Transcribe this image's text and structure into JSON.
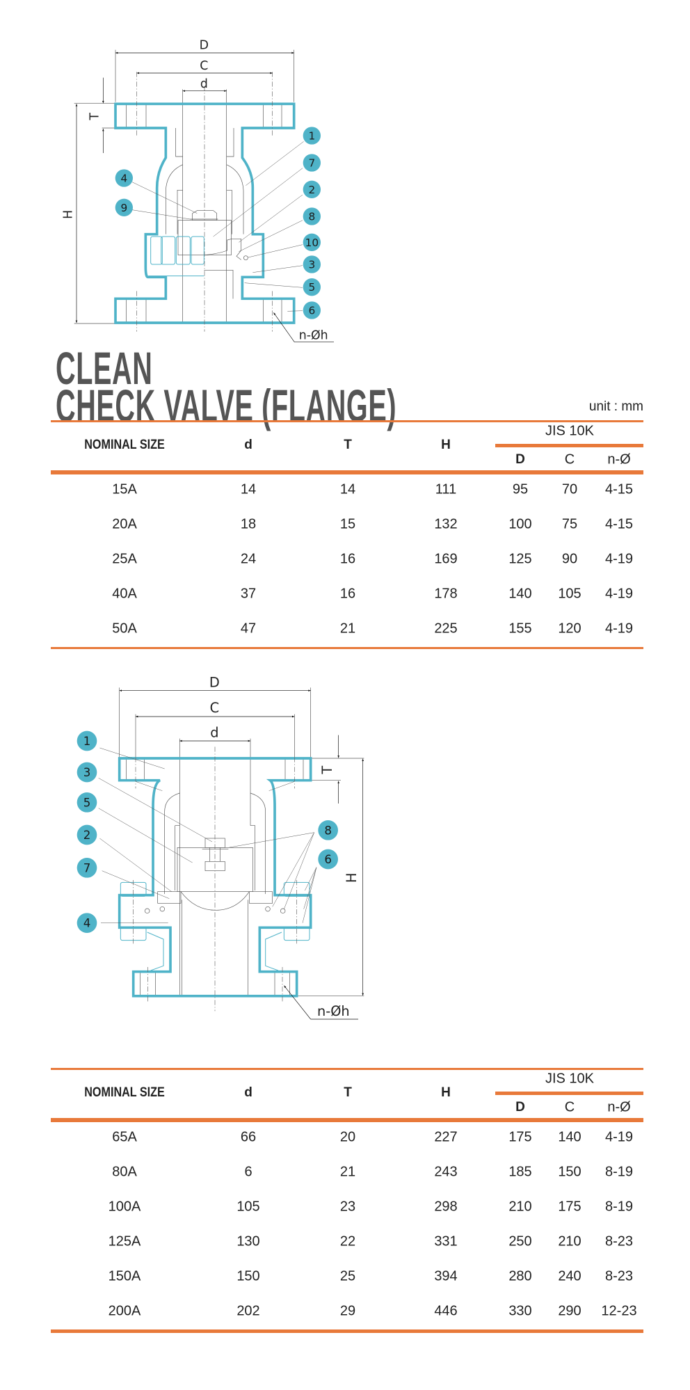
{
  "title": {
    "line1": "CLEAN",
    "line2": "CHECK VALVE (FLANGE)"
  },
  "unit_label": "unit : mm",
  "colors": {
    "accent": "#e8793a",
    "outline": "#4fb3c8",
    "callout": "#4fb3c8"
  },
  "diagram1": {
    "dims": {
      "D": "D",
      "C": "C",
      "d": "d",
      "T": "T",
      "H": "H",
      "hole": "n-Øh"
    },
    "callouts": [
      "1",
      "7",
      "2",
      "8",
      "10",
      "3",
      "5",
      "6",
      "4",
      "9"
    ]
  },
  "diagram2": {
    "dims": {
      "D": "D",
      "C": "C",
      "d": "d",
      "T": "T",
      "H": "H",
      "hole": "n-Øh"
    },
    "callouts": [
      "1",
      "3",
      "5",
      "2",
      "7",
      "4",
      "8",
      "6"
    ]
  },
  "table1": {
    "headers": {
      "nominal": "NOMINAL SIZE",
      "d": "d",
      "T": "T",
      "H": "H",
      "group": "JIS 10K",
      "D": "D",
      "C": "C",
      "n": "n-Ø"
    },
    "rows": [
      [
        "15A",
        "14",
        "14",
        "111",
        "95",
        "70",
        "4-15"
      ],
      [
        "20A",
        "18",
        "15",
        "132",
        "100",
        "75",
        "4-15"
      ],
      [
        "25A",
        "24",
        "16",
        "169",
        "125",
        "90",
        "4-19"
      ],
      [
        "40A",
        "37",
        "16",
        "178",
        "140",
        "105",
        "4-19"
      ],
      [
        "50A",
        "47",
        "21",
        "225",
        "155",
        "120",
        "4-19"
      ]
    ]
  },
  "table2": {
    "headers": {
      "nominal": "NOMINAL SIZE",
      "d": "d",
      "T": "T",
      "H": "H",
      "group": "JIS 10K",
      "D": "D",
      "C": "C",
      "n": "n-Ø"
    },
    "rows": [
      [
        "65A",
        "66",
        "20",
        "227",
        "175",
        "140",
        "4-19"
      ],
      [
        "80A",
        "6",
        "21",
        "243",
        "185",
        "150",
        "8-19"
      ],
      [
        "100A",
        "105",
        "23",
        "298",
        "210",
        "175",
        "8-19"
      ],
      [
        "125A",
        "130",
        "22",
        "331",
        "250",
        "210",
        "8-23"
      ],
      [
        "150A",
        "150",
        "25",
        "394",
        "280",
        "240",
        "8-23"
      ],
      [
        "200A",
        "202",
        "29",
        "446",
        "330",
        "290",
        "12-23"
      ]
    ]
  }
}
